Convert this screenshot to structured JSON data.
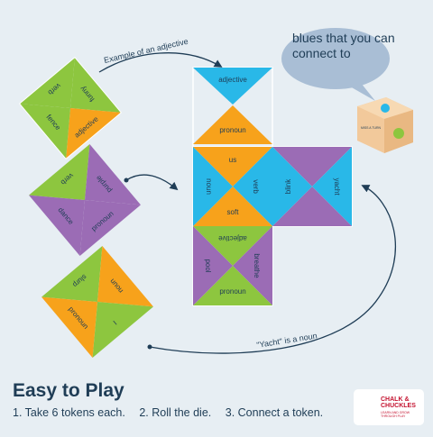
{
  "callouts": {
    "adjective_example": "Example of an adjective",
    "yacht_noun": "\"Yacht\" is a noun"
  },
  "bubble": {
    "text": "blues that you can connect to"
  },
  "die": {
    "face_text": "MISS A TURN"
  },
  "tokens": {
    "left_top": {
      "top": "verb",
      "right": "funny",
      "bottom": "adjective",
      "left": "fence"
    },
    "left_mid": {
      "top": "verb",
      "right": "purple",
      "bottom": "pronoun",
      "left": "dance"
    },
    "left_bot": {
      "top": "slurp",
      "right": "noun",
      "bottom": "I",
      "left": "pronoun"
    },
    "board_top_tri": "adjective",
    "board_pronoun_tri": "pronoun",
    "board_center": {
      "top": "us",
      "right": "verb",
      "bottom": "soft",
      "left": "noun"
    },
    "board_right": {
      "left": "blink",
      "right": "yacht"
    },
    "board_bottom": {
      "top": "adjective",
      "right": "breathe",
      "bottom": "pronoun",
      "left": "pool"
    }
  },
  "footer": {
    "title": "Easy to Play",
    "steps": [
      "1. Take 6 tokens each.",
      "2. Roll the die.",
      "3. Connect a token."
    ]
  },
  "brand": {
    "name": "CHALK & CHUCKLES",
    "tagline": "LEARN AND GROW THROUGH PLAY"
  },
  "colors": {
    "green": "#8dc63f",
    "orange": "#f7a21b",
    "purple": "#9b6cb5",
    "cyan": "#29b8e8",
    "text_dark": "#1f3d56",
    "brand_red": "#c4122f"
  }
}
